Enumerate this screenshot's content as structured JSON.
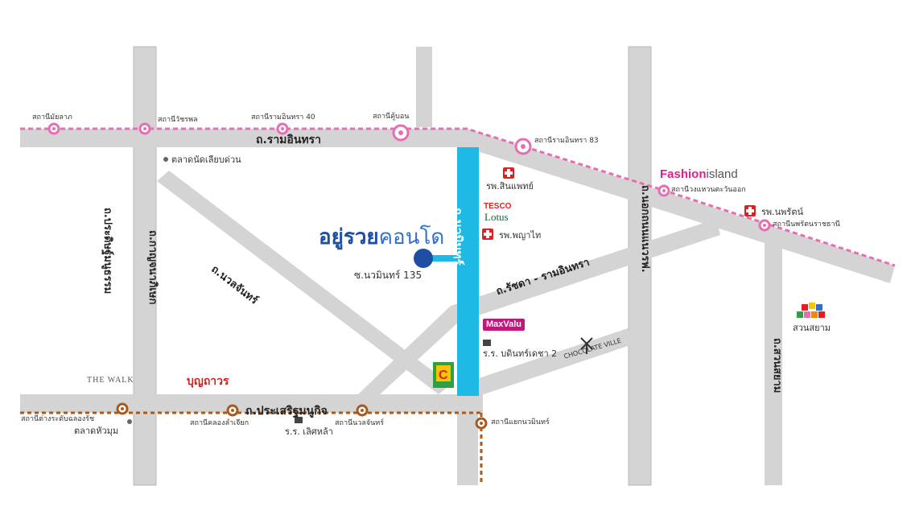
{
  "brand": {
    "name_part1": "อยู่รวย",
    "name_part2": "คอนโด",
    "soi": "ซ.นวมินทร์ 135",
    "color_dark": "#1e4fa3",
    "color_light": "#2f6fd0"
  },
  "colors": {
    "road": "#d4d4d4",
    "road_edge": "#b9b9b9",
    "nawamin_road": "#1fb9e6",
    "pink_line": "#e56fb2",
    "brown_line": "#a85a1e",
    "hospital_red": "#e02020"
  },
  "roads": {
    "ram_inthra": "ถ.รามอินทรา",
    "nawamin": "ถ.นวมินทร์",
    "ratchada_ram_inthra": "ถ.รัชดา - รามอินทรา",
    "nuan_chan": "ถ.นวลจันทร์",
    "prasert_manukit": "ถ.ประเสริฐมนูกิจ",
    "pradit_manutham": "ถ.ประดิษฐ์มนูธรรม",
    "kanchanaphisek": "ถ.กาญจนาภิเษก",
    "rim_road": "ถ.นอกถนนแนวรฟ.",
    "suan_sayam_road": "ถ.สวนสยาม"
  },
  "pink_stations": {
    "mayalap": "สถานีมัยลาภ",
    "watcharaphon": "สถานีวัชรพล",
    "ram_inthra_40": "สถานีรามอินทรา 40",
    "khubon": "สถานีคู้บอน",
    "ram_inthra_83": "สถานีรามอินทรา 83",
    "outer_ring": "สถานีวงแหวนตะวันออก",
    "nopparat": "สถานีนพรัตนราชธานี"
  },
  "brown_stations": {
    "tangradub": "สถานีต่างระดับฉลองรัช",
    "khlong_lam_chiak": "สถานีคลองลำเจียก",
    "nuan_chan_station": "สถานีนวลจันทร์",
    "yaek_nawamin": "สถานีแยกนวมินทร์"
  },
  "places": {
    "fresh_market": "ตลาดนัดเลียบด่วน",
    "sinphaet_hosp": "รพ.สินแพทย์",
    "phyathai_hosp": "รพ.พญาไท",
    "nopparat_hosp": "รพ.นพรัตน์",
    "tesco1": "TESCO",
    "tesco2": "Lotus",
    "maxvalu": "MaxValu",
    "school_bandit": "ร.ร. บดินทร์เดชา 2",
    "school_lertla": "ร.ร. เลิศหล้า",
    "chocolate_ville": "CHOCOLATE VILLE",
    "fashion_a": "Fashion",
    "fashion_b": "island",
    "suan_sayam": "สวนสยาม",
    "thewalk": "THE WALK",
    "boonthavorn": "บุญถาวร",
    "hua_mum": "ตลาดหัวมุม"
  }
}
